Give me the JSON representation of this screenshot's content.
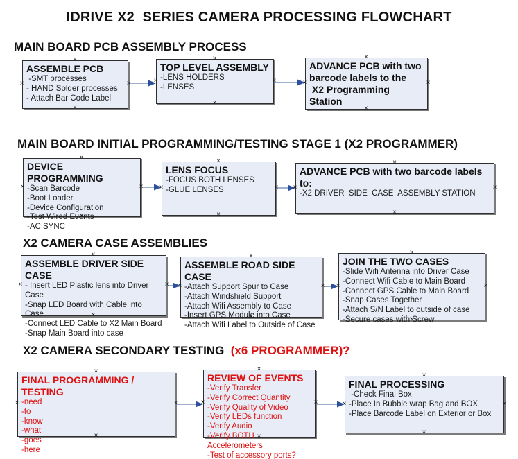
{
  "title": "IDRIVE X2  SERIES CAMERA PROCESSING FLOWCHART",
  "icons": {
    "anchor_x": "×"
  },
  "colors": {
    "box_fill": "#e7ecf6",
    "box_border": "#2e2e2e",
    "box_shadow": "#7a7a7a",
    "arrow_line": "#7d96bf",
    "arrow_head": "#2d4f9c",
    "alert_red": "#dd1111",
    "text": "#111111"
  },
  "headings": {
    "h1": "MAIN BOARD PCB ASSEMBLY PROCESS",
    "h2": "MAIN BOARD INITIAL PROGRAMMING/TESTING STAGE 1 (X2 PROGRAMMER)",
    "h3": "X2 CAMERA CASE ASSEMBLIES",
    "h4_black": "X2 CAMERA SECONDARY TESTING  ",
    "h4_red": "(x6 PROGRAMMER)?"
  },
  "boxes": {
    "assemble_pcb": {
      "title": "ASSEMBLE PCB",
      "items": [
        " -SMT processes",
        "- HAND Solder processes",
        "- Attach Bar Code Label"
      ]
    },
    "top_level_assembly": {
      "title": "TOP LEVEL ASSEMBLY",
      "items": [
        "-LENS HOLDERS",
        "-LENSES"
      ]
    },
    "advance_pcb_1": {
      "lines": [
        "ADVANCE PCB with two",
        "barcode labels to the",
        " X2 Programming Station"
      ]
    },
    "device_programming": {
      "title": "DEVICE PROGRAMMING",
      "items": [
        "-Scan Barcode",
        "-Boot Loader",
        "-Device Configuration",
        "-Test Wired Events",
        "-AC SYNC"
      ]
    },
    "lens_focus": {
      "title": "LENS FOCUS",
      "items": [
        "-FOCUS BOTH LENSES",
        "-GLUE LENSES"
      ]
    },
    "advance_pcb_2": {
      "title": "ADVANCE PCB with two barcode labels to:",
      "items": [
        "-X2 DRIVER  SIDE  CASE  ASSEMBLY STATION"
      ]
    },
    "assemble_driver_side": {
      "title": "ASSEMBLE DRIVER SIDE CASE",
      "items": [
        "- Insert LED Plastic lens into Driver Case",
        "-Snap LED Board with Cable into Case",
        "-Connect LED Cable to X2 Main Board",
        "-Snap Main Board into case"
      ]
    },
    "assemble_road_side": {
      "title": "ASSEMBLE ROAD SIDE CASE",
      "items": [
        "-Attach Support Spur to Case",
        "-Attach Windshield Support",
        "-Attach Wifi Assembly to Case",
        "-Insert GPS Module into Case",
        "-Attach Wifi Label to Outside of Case"
      ]
    },
    "join_two_cases": {
      "title": "JOIN THE TWO CASES",
      "items": [
        "-Slide Wifi Antenna into Driver Case",
        "-Connect Wifi Cable to Main Board",
        "-Connect GPS Cable to Main Board",
        "-Snap Cases Together",
        "-Attach S/N Label to outside of case",
        "-Secure cases with Screw"
      ]
    },
    "final_programming": {
      "title": "FINAL PROGRAMMING / TESTING",
      "items": [
        "-need",
        "-to",
        "-know",
        "-what",
        "-goes",
        "-here"
      ]
    },
    "review_of_events": {
      "title": "REVIEW OF EVENTS",
      "items": [
        "-Verify Transfer",
        "-Verify Correct Quantity",
        "-Verify Quality of Video",
        "-Verify LEDs function",
        "-Verify Audio",
        "-Verify BOTH Accelerometers",
        "-Test of accessory ports?"
      ]
    },
    "final_processing": {
      "title": "FINAL PROCESSING",
      "items": [
        " -Check Final Box",
        "-Place In Bubble wrap Bag and BOX",
        "-Place Barcode Label on Exterior or Box"
      ]
    }
  }
}
